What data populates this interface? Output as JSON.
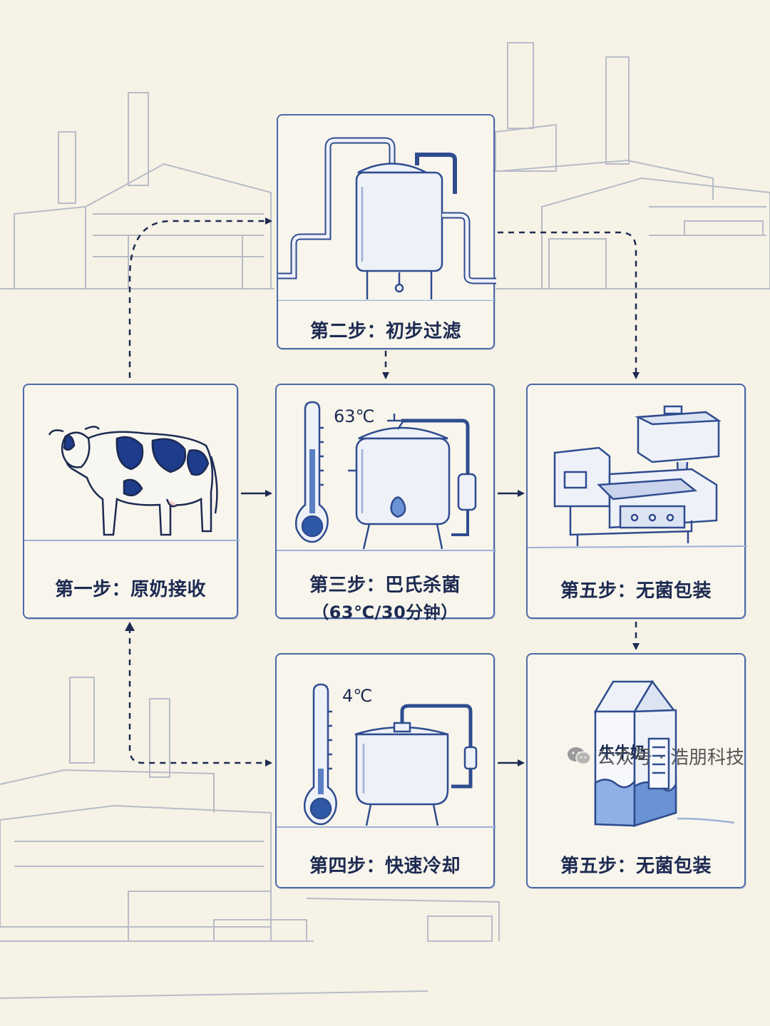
{
  "colors": {
    "ink": "#1d2b52",
    "line": "#4d6aa8",
    "sketch": "#b8bcc8",
    "paper": "#f6f2e6"
  },
  "steps": {
    "filter": {
      "label": "第二步：初步过滤"
    },
    "receive": {
      "label": "第一步：原奶接收"
    },
    "pasteur": {
      "label": "第三步：巴氏杀菌",
      "sub": "（63℃/30分钟）",
      "temp": "63℃"
    },
    "package": {
      "label": "第五步：无菌包装"
    },
    "cool": {
      "label": "第四步：快速冷却",
      "temp": "4℃"
    },
    "carton": {
      "label": "第五步：无菌包装",
      "carton_text": "牛牛奶"
    }
  },
  "watermark": {
    "text": "公众号 · 浩朋科技",
    "icon": "wechat-icon"
  }
}
